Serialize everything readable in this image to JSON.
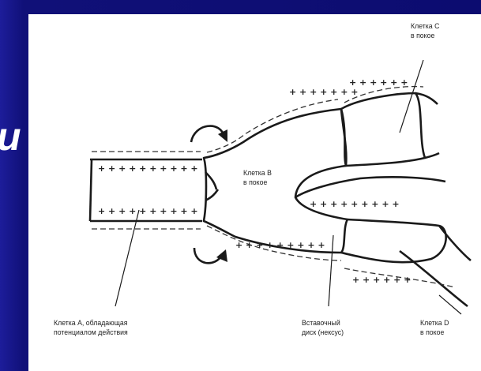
{
  "slide": {
    "background_color": "#11117a",
    "partial_heading": "и"
  },
  "diagram": {
    "labels": {
      "cell_a_line1": "Клетка А, обладающая",
      "cell_a_line2": "потенциалом действия",
      "cell_b_line1": "Клетка В",
      "cell_b_line2": "в покое",
      "cell_c_line1": "Клетка С",
      "cell_c_line2": "в покое",
      "cell_d_line1": "Клетка D",
      "cell_d_line2": "в покое",
      "disc_line1": "Вставочный",
      "disc_line2": "диск (нексус)"
    },
    "charge_symbols": {
      "plus": "+",
      "minus": "−"
    },
    "icons": {
      "current_arrows": "curved-arrow-icon"
    }
  }
}
